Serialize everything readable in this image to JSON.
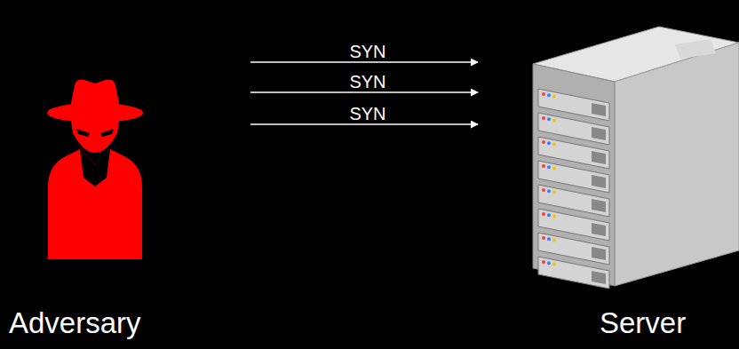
{
  "diagram": {
    "nodes": [
      {
        "text": [
          "Adversary"
        ]
      },
      {
        "text": [
          "Server"
        ]
      }
    ],
    "edges": [
      {
        "from": 0,
        "to": 1,
        "label": "SYN",
        "arrow": "to"
      },
      {
        "from": 0,
        "to": 1,
        "label": "SYN",
        "arrow": "to"
      },
      {
        "from": 0,
        "to": 1,
        "label": "SYN",
        "arrow": "to"
      }
    ]
  }
}
